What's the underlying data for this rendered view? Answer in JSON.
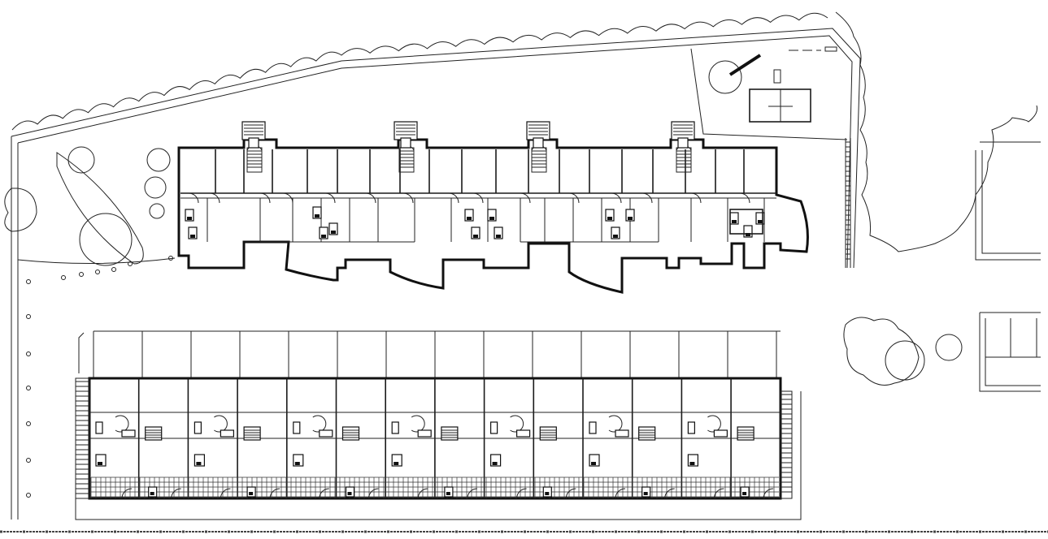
{
  "drawing": {
    "kind": "architectural site plan",
    "colors": {
      "paper": "#ffffff",
      "ink": "#111111"
    },
    "upper_block": {
      "stair_cores": 4,
      "stepped_bays": 3
    },
    "lower_block": {
      "row_houses": 14
    }
  }
}
